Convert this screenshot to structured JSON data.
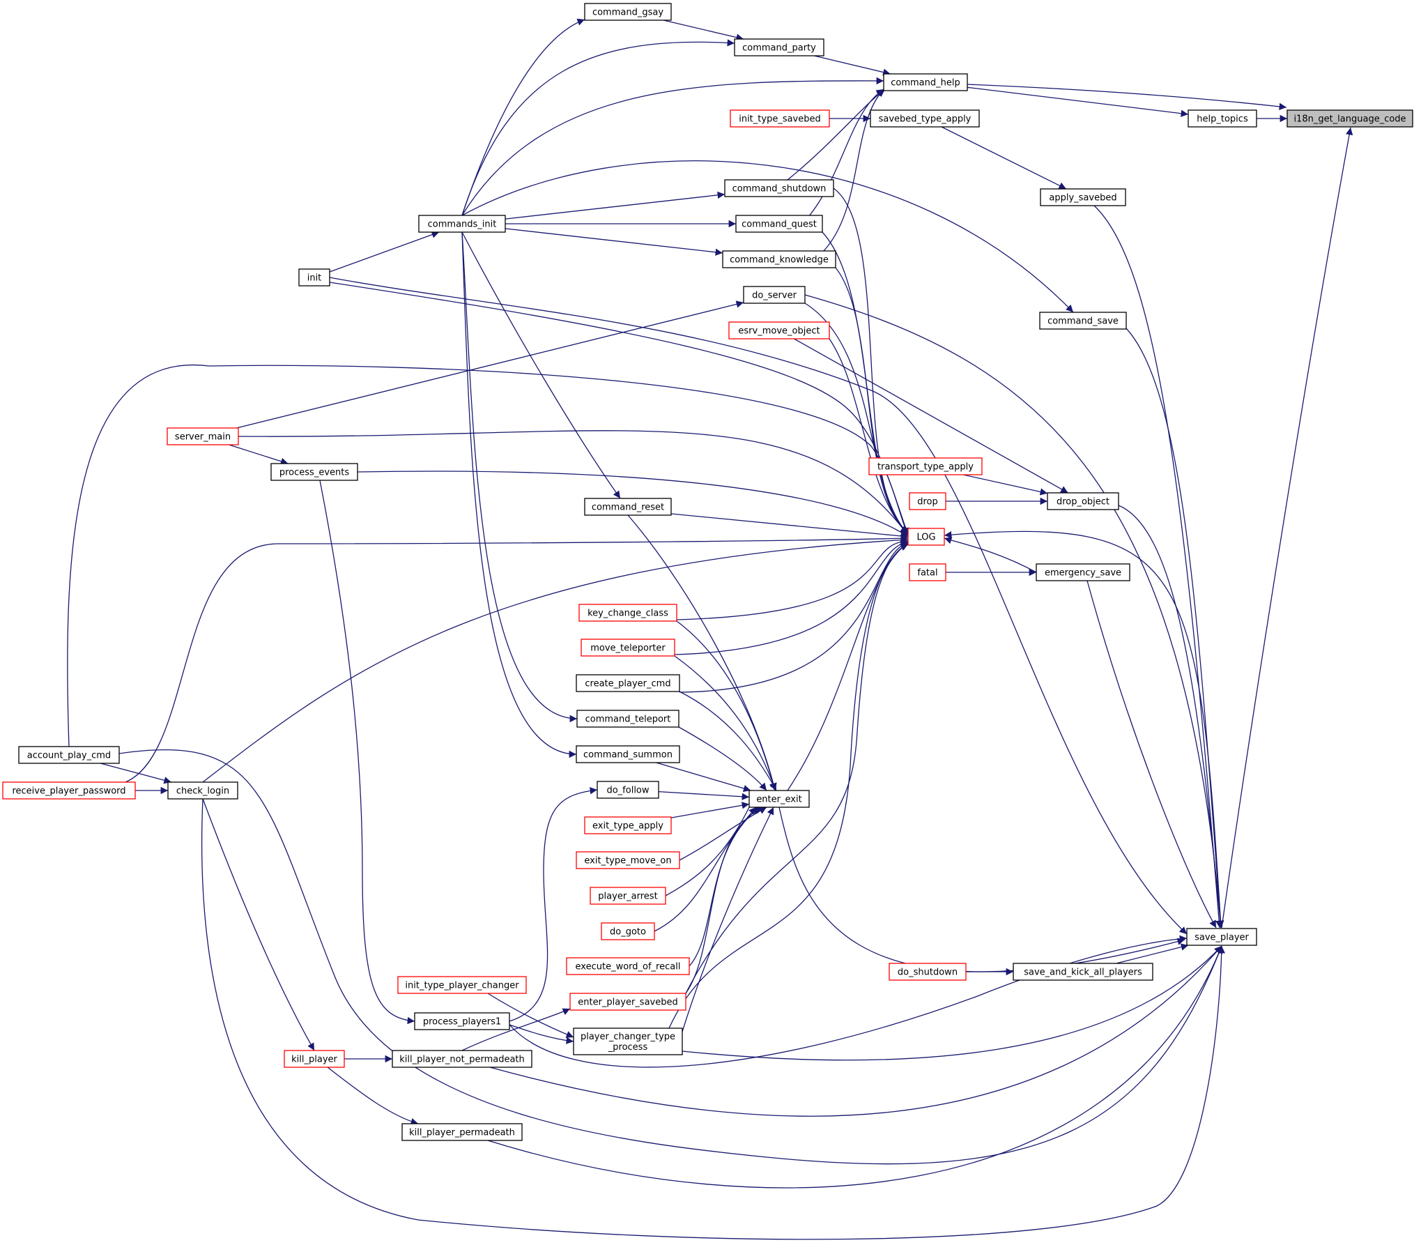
{
  "graph": {
    "title": "",
    "colors": {
      "edge": "#191970",
      "node_border_default": "#000000",
      "node_border_truncated": "#ff0000",
      "node_fill_default": "#ffffff",
      "node_fill_focus": "#bfbfbf"
    },
    "nodes": [
      {
        "id": "i18n",
        "label": "i18n_get_language_code",
        "focus": true
      },
      {
        "id": "help_topics",
        "label": "help_topics"
      },
      {
        "id": "command_help",
        "label": "command_help"
      },
      {
        "id": "command_gsay",
        "label": "command_gsay"
      },
      {
        "id": "command_party",
        "label": "command_party"
      },
      {
        "id": "init_type_savebed",
        "label": "init_type_savebed",
        "truncated": true
      },
      {
        "id": "savebed_type_apply",
        "label": "savebed_type_apply"
      },
      {
        "id": "apply_savebed",
        "label": "apply_savebed"
      },
      {
        "id": "command_shutdown",
        "label": "command_shutdown"
      },
      {
        "id": "commands_init",
        "label": "commands_init"
      },
      {
        "id": "command_quest",
        "label": "command_quest"
      },
      {
        "id": "command_knowledge",
        "label": "command_knowledge"
      },
      {
        "id": "init",
        "label": "init"
      },
      {
        "id": "do_server",
        "label": "do_server"
      },
      {
        "id": "command_save",
        "label": "command_save"
      },
      {
        "id": "esrv_move_object",
        "label": "esrv_move_object",
        "truncated": true
      },
      {
        "id": "server_main",
        "label": "server_main",
        "truncated": true
      },
      {
        "id": "process_events",
        "label": "process_events"
      },
      {
        "id": "transport_type_apply",
        "label": "transport_type_apply",
        "truncated": true
      },
      {
        "id": "drop",
        "label": "drop",
        "truncated": true
      },
      {
        "id": "drop_object",
        "label": "drop_object"
      },
      {
        "id": "command_reset",
        "label": "command_reset"
      },
      {
        "id": "LOG",
        "label": "LOG",
        "truncated": true
      },
      {
        "id": "fatal",
        "label": "fatal",
        "truncated": true
      },
      {
        "id": "emergency_save",
        "label": "emergency_save"
      },
      {
        "id": "key_change_class",
        "label": "key_change_class",
        "truncated": true
      },
      {
        "id": "move_teleporter",
        "label": "move_teleporter",
        "truncated": true
      },
      {
        "id": "create_player_cmd",
        "label": "create_player_cmd"
      },
      {
        "id": "command_teleport",
        "label": "command_teleport"
      },
      {
        "id": "account_play_cmd",
        "label": "account_play_cmd"
      },
      {
        "id": "command_summon",
        "label": "command_summon"
      },
      {
        "id": "receive_player_password",
        "label": "receive_player_password",
        "truncated": true
      },
      {
        "id": "check_login",
        "label": "check_login"
      },
      {
        "id": "do_follow",
        "label": "do_follow"
      },
      {
        "id": "enter_exit",
        "label": "enter_exit"
      },
      {
        "id": "exit_type_apply",
        "label": "exit_type_apply",
        "truncated": true
      },
      {
        "id": "exit_type_move_on",
        "label": "exit_type_move_on",
        "truncated": true
      },
      {
        "id": "player_arrest",
        "label": "player_arrest",
        "truncated": true
      },
      {
        "id": "do_goto",
        "label": "do_goto",
        "truncated": true
      },
      {
        "id": "save_player",
        "label": "save_player"
      },
      {
        "id": "execute_word_of_recall",
        "label": "execute_word_of_recall",
        "truncated": true
      },
      {
        "id": "do_shutdown",
        "label": "do_shutdown",
        "truncated": true
      },
      {
        "id": "save_and_kick_all_players",
        "label": "save_and_kick_all_players"
      },
      {
        "id": "init_type_player_changer",
        "label": "init_type_player_changer",
        "truncated": true
      },
      {
        "id": "enter_player_savebed",
        "label": "enter_player_savebed",
        "truncated": true
      },
      {
        "id": "process_players1",
        "label": "process_players1"
      },
      {
        "id": "player_changer_type_process",
        "label": "player_changer_type\n_process"
      },
      {
        "id": "kill_player",
        "label": "kill_player",
        "truncated": true
      },
      {
        "id": "kill_player_not_permadeath",
        "label": "kill_player_not_permadeath"
      },
      {
        "id": "kill_player_permadeath",
        "label": "kill_player_permadeath"
      }
    ],
    "edges": [
      {
        "from": "help_topics",
        "to": "i18n"
      },
      {
        "from": "command_help",
        "to": "i18n"
      },
      {
        "from": "save_player",
        "to": "i18n"
      },
      {
        "from": "command_help",
        "to": "help_topics"
      },
      {
        "from": "command_party",
        "to": "command_help"
      },
      {
        "from": "commands_init",
        "to": "command_help"
      },
      {
        "from": "command_shutdown",
        "to": "command_help"
      },
      {
        "from": "command_quest",
        "to": "command_help"
      },
      {
        "from": "command_knowledge",
        "to": "command_help"
      },
      {
        "from": "command_gsay",
        "to": "command_party"
      },
      {
        "from": "commands_init",
        "to": "command_party"
      },
      {
        "from": "commands_init",
        "to": "command_gsay"
      },
      {
        "from": "init_type_savebed",
        "to": "savebed_type_apply"
      },
      {
        "from": "savebed_type_apply",
        "to": "apply_savebed"
      },
      {
        "from": "commands_init",
        "to": "command_save"
      },
      {
        "from": "commands_init",
        "to": "command_shutdown"
      },
      {
        "from": "commands_init",
        "to": "command_quest"
      },
      {
        "from": "commands_init",
        "to": "command_knowledge"
      },
      {
        "from": "init",
        "to": "commands_init"
      },
      {
        "from": "server_main",
        "to": "do_server"
      },
      {
        "from": "server_main",
        "to": "process_events"
      },
      {
        "from": "transport_type_apply",
        "to": "drop_object"
      },
      {
        "from": "drop",
        "to": "drop_object"
      },
      {
        "from": "esrv_move_object",
        "to": "drop_object"
      },
      {
        "from": "commands_init",
        "to": "command_reset"
      },
      {
        "from": "commands_init",
        "to": "command_teleport"
      },
      {
        "from": "commands_init",
        "to": "command_summon"
      },
      {
        "from": "command_shutdown",
        "to": "LOG"
      },
      {
        "from": "command_quest",
        "to": "LOG"
      },
      {
        "from": "command_knowledge",
        "to": "LOG"
      },
      {
        "from": "do_server",
        "to": "LOG"
      },
      {
        "from": "esrv_move_object",
        "to": "LOG"
      },
      {
        "from": "init",
        "to": "LOG"
      },
      {
        "from": "server_main",
        "to": "LOG"
      },
      {
        "from": "process_events",
        "to": "LOG"
      },
      {
        "from": "command_reset",
        "to": "LOG"
      },
      {
        "from": "account_play_cmd",
        "to": "LOG"
      },
      {
        "from": "receive_player_password",
        "to": "LOG"
      },
      {
        "from": "check_login",
        "to": "LOG"
      },
      {
        "from": "key_change_class",
        "to": "LOG"
      },
      {
        "from": "move_teleporter",
        "to": "LOG"
      },
      {
        "from": "create_player_cmd",
        "to": "LOG"
      },
      {
        "from": "enter_exit",
        "to": "LOG"
      },
      {
        "from": "enter_player_savebed",
        "to": "LOG"
      },
      {
        "from": "player_changer_type_process",
        "to": "LOG"
      },
      {
        "from": "emergency_save",
        "to": "LOG"
      },
      {
        "from": "save_player",
        "to": "LOG"
      },
      {
        "from": "fatal",
        "to": "emergency_save"
      },
      {
        "from": "account_play_cmd",
        "to": "check_login"
      },
      {
        "from": "receive_player_password",
        "to": "check_login"
      },
      {
        "from": "command_reset",
        "to": "enter_exit"
      },
      {
        "from": "key_change_class",
        "to": "enter_exit"
      },
      {
        "from": "move_teleporter",
        "to": "enter_exit"
      },
      {
        "from": "create_player_cmd",
        "to": "enter_exit"
      },
      {
        "from": "command_teleport",
        "to": "enter_exit"
      },
      {
        "from": "command_summon",
        "to": "enter_exit"
      },
      {
        "from": "do_follow",
        "to": "enter_exit"
      },
      {
        "from": "exit_type_apply",
        "to": "enter_exit"
      },
      {
        "from": "exit_type_move_on",
        "to": "enter_exit"
      },
      {
        "from": "player_arrest",
        "to": "enter_exit"
      },
      {
        "from": "do_goto",
        "to": "enter_exit"
      },
      {
        "from": "execute_word_of_recall",
        "to": "enter_exit"
      },
      {
        "from": "enter_player_savebed",
        "to": "enter_exit"
      },
      {
        "from": "player_changer_type_process",
        "to": "enter_exit"
      },
      {
        "from": "process_players1",
        "to": "do_follow"
      },
      {
        "from": "process_events",
        "to": "process_players1"
      },
      {
        "from": "kill_player_not_permadeath",
        "to": "enter_player_savebed"
      },
      {
        "from": "init_type_player_changer",
        "to": "player_changer_type_process"
      },
      {
        "from": "process_players1",
        "to": "player_changer_type_process"
      },
      {
        "from": "do_shutdown",
        "to": "save_and_kick_all_players"
      },
      {
        "from": "check_login",
        "to": "kill_player"
      },
      {
        "from": "kill_player",
        "to": "kill_player_not_permadeath"
      },
      {
        "from": "kill_player",
        "to": "kill_player_permadeath"
      },
      {
        "from": "apply_savebed",
        "to": "save_player"
      },
      {
        "from": "do_server",
        "to": "save_player"
      },
      {
        "from": "command_save",
        "to": "save_player"
      },
      {
        "from": "drop_object",
        "to": "save_player"
      },
      {
        "from": "emergency_save",
        "to": "save_player"
      },
      {
        "from": "enter_exit",
        "to": "save_player"
      },
      {
        "from": "save_and_kick_all_players",
        "to": "save_player"
      },
      {
        "from": "process_players1",
        "to": "save_player"
      },
      {
        "from": "player_changer_type_process",
        "to": "save_player"
      },
      {
        "from": "kill_player_not_permadeath",
        "to": "save_player"
      },
      {
        "from": "account_play_cmd",
        "to": "save_player"
      },
      {
        "from": "kill_player_permadeath",
        "to": "save_player"
      },
      {
        "from": "check_login",
        "to": "save_player"
      },
      {
        "from": "init",
        "to": "save_player"
      }
    ]
  }
}
